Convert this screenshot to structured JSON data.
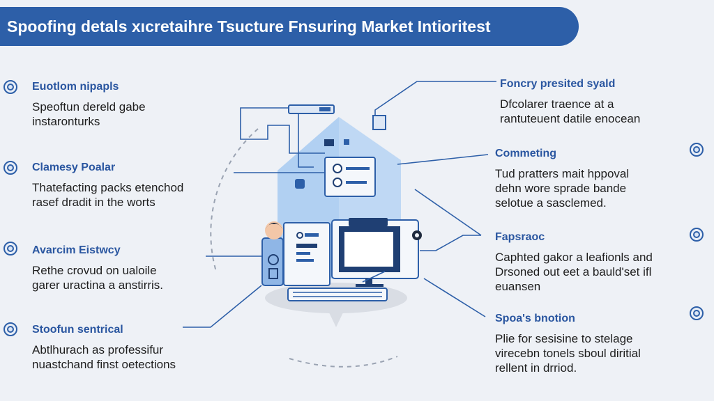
{
  "title": "Spoofing detals xıcretaihre Tsucture Fnsuring Market Intioritest",
  "left_items": [
    {
      "heading": "Euotlom nipapls",
      "lines": [
        "Speoftun dereld gabe",
        "instaronturks"
      ],
      "icon": "shield-badge-icon"
    },
    {
      "heading": "Clamesy Poalar",
      "lines": [
        "Thatefacting packs etenchod",
        "rasef dradit in the worts"
      ],
      "icon": "shield-badge-icon"
    },
    {
      "heading": "Avarcim Eistwcy",
      "lines": [
        "Rethe crovud on ualoile",
        "garer uractina a anstirris."
      ],
      "icon": "shield-badge-icon"
    },
    {
      "heading": "Stoofun sentrical",
      "lines": [
        "Abtlhurach as professifur",
        "nuastchand finst oetections"
      ],
      "icon": "shield-x-icon"
    }
  ],
  "right_items": [
    {
      "heading": "Foncry presited syald",
      "lines": [
        "Dfcolarer traence at a",
        "rantuteuent datile enocean"
      ],
      "icon": ""
    },
    {
      "heading": "Commeting",
      "lines": [
        "Tud pratters mait hppoval",
        "dehn wore sprade bande",
        "selotue a sasclemed."
      ],
      "icon": "shield-badge-icon"
    },
    {
      "heading": "Fapsraoc",
      "lines": [
        "Caphted gakor a leafionls and",
        "Drsoned out eet a bauld'set ifl",
        "euansen"
      ],
      "icon": "shield-badge-icon"
    },
    {
      "heading": "Spoa's bnotion",
      "lines": [
        "Plie for sesisine to stelage",
        "virecebn tonels sboul diritial",
        "rellent in drriod."
      ],
      "icon": "shield-badge-icon"
    }
  ],
  "colors": {
    "banner": "#2d5fa8",
    "heading": "#2a56a0",
    "house": "#bcd6f3",
    "line": "#2d5fa8",
    "background": "#eef1f6"
  }
}
